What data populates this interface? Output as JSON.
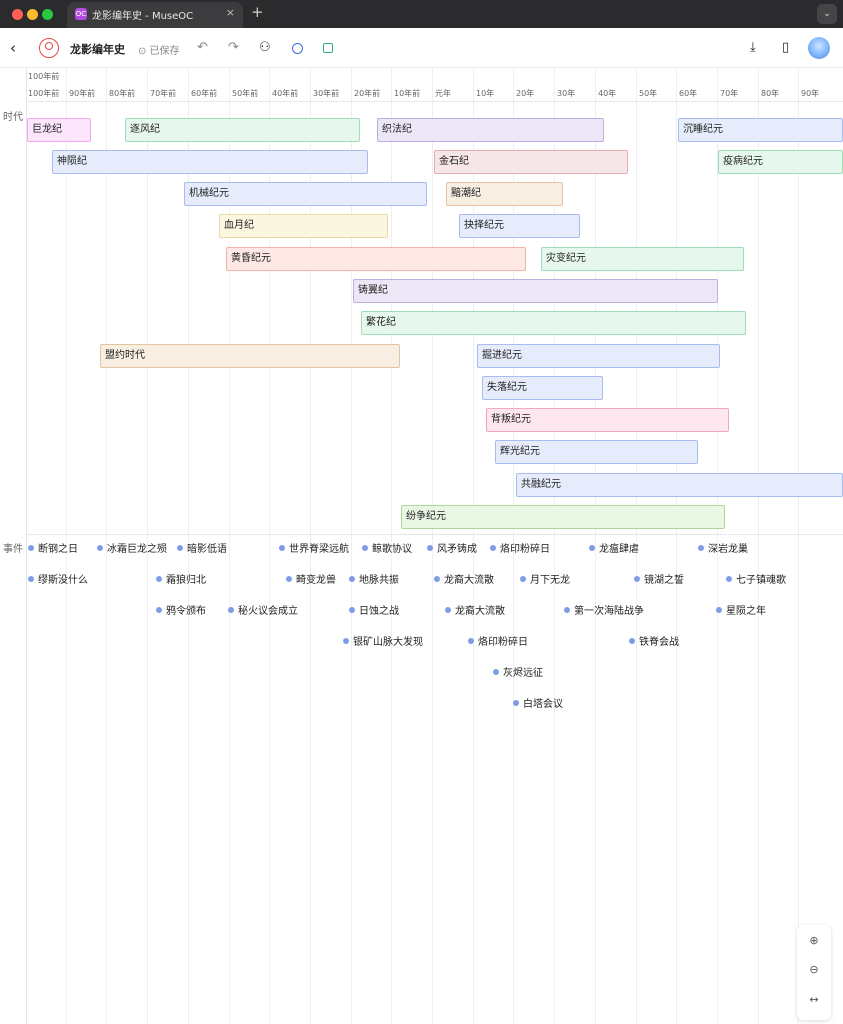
{
  "browser": {
    "tab_title": "龙影编年史 - MuseOC",
    "favicon": "OC",
    "close": "×",
    "new_tab": "+",
    "menu": "⌄"
  },
  "toolbar": {
    "back": "‹",
    "title": "龙影编年史",
    "saved": "⊙ 已保存",
    "undo": "↶",
    "redo": "↷",
    "tree": "⚇",
    "download": "⤓",
    "panel": "▯"
  },
  "axis": {
    "range_label": "100年前",
    "ticks": [
      "100年前",
      "90年前",
      "80年前",
      "70年前",
      "60年前",
      "50年前",
      "40年前",
      "30年前",
      "20年前",
      "10年前",
      "元年",
      "10年",
      "20年",
      "30年",
      "40年",
      "50年",
      "60年",
      "70年",
      "80年",
      "90年"
    ]
  },
  "sections": {
    "eras": "时代",
    "events": "事件"
  },
  "era_colors": {
    "magenta": [
      "#fde6fb",
      "#f3a6ec"
    ],
    "green": [
      "#e6f7ee",
      "#9fdcb8"
    ],
    "purple": [
      "#ece6f6",
      "#bfaee0"
    ],
    "blue": [
      "#e6ecfb",
      "#a9bcef"
    ],
    "red": [
      "#f7e6e8",
      "#e4aeb4"
    ],
    "yellow": [
      "#fbf6e0",
      "#e8dba6"
    ],
    "orange": [
      "#f8eee2",
      "#e3c5a2"
    ],
    "salmon": [
      "#fde8e6",
      "#f0b2ab"
    ],
    "pink": [
      "#fde6ee",
      "#f2a8c2"
    ],
    "lime": [
      "#e9f6e4",
      "#acd89b"
    ]
  },
  "eras": [
    {
      "label": "巨龙纪",
      "color": "magenta"
    },
    {
      "label": "逐风纪",
      "color": "green"
    },
    {
      "label": "织法纪",
      "color": "purple"
    },
    {
      "label": "沉睡纪元",
      "color": "blue"
    },
    {
      "label": "神陨纪",
      "color": "blue"
    },
    {
      "label": "金石纪",
      "color": "red"
    },
    {
      "label": "疫病纪元",
      "color": "green"
    },
    {
      "label": "机械纪元",
      "color": "blue"
    },
    {
      "label": "黯潮纪",
      "color": "orange"
    },
    {
      "label": "血月纪",
      "color": "yellow"
    },
    {
      "label": "抉择纪元",
      "color": "blue"
    },
    {
      "label": "黄昏纪元",
      "color": "salmon"
    },
    {
      "label": "灾变纪元",
      "color": "green"
    },
    {
      "label": "铸翼纪",
      "color": "purple"
    },
    {
      "label": "繁花纪",
      "color": "green"
    },
    {
      "label": "盟约时代",
      "color": "orange"
    },
    {
      "label": "掘进纪元",
      "color": "blue"
    },
    {
      "label": "失落纪元",
      "color": "blue"
    },
    {
      "label": "背叛纪元",
      "color": "pink"
    },
    {
      "label": "辉光纪元",
      "color": "blue"
    },
    {
      "label": "共融纪元",
      "color": "blue"
    },
    {
      "label": "纷争纪元",
      "color": "lime"
    }
  ],
  "events": [
    "断钢之日",
    "冰霜巨龙之殒",
    "暗影低语",
    "世界脊梁远航",
    "鲸歌协议",
    "风矛铸成",
    "烙印粉碎日",
    "龙瘟肆虐",
    "深岩龙巢",
    "缪斯没什么",
    "霜狼归北",
    "畸变龙兽",
    "地脉共振",
    "龙裔大流散",
    "月下无龙",
    "镜湖之誓",
    "七子镇魂歌",
    "鸦令颁布",
    "秘火议会成立",
    "日蚀之战",
    "龙裔大流散",
    "第一次海陆战争",
    "星陨之年",
    "银矿山脉大发现",
    "烙印粉碎日",
    "铁脊会战",
    "灰烬远征",
    "白塔会议"
  ],
  "zoom": {
    "zoom_in": "⊕",
    "zoom_out": "⊖",
    "fit": "↔"
  }
}
